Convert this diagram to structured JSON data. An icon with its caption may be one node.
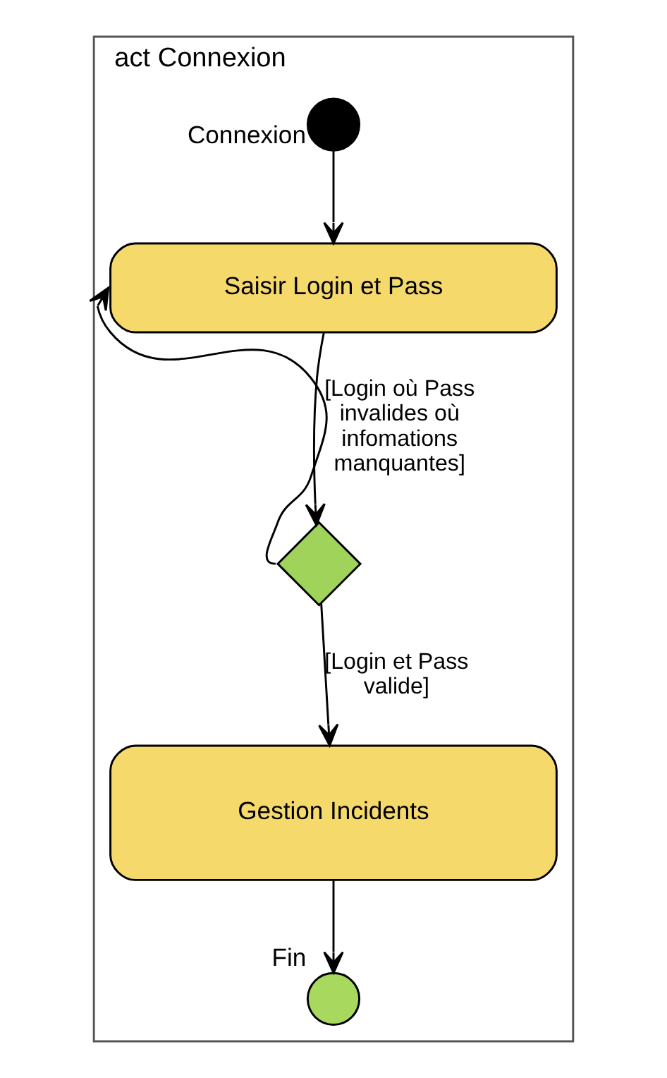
{
  "diagram": {
    "nodes": [
      {
        "text": [
          "act Connexion"
        ]
      },
      {
        "text": [],
        "shape": "circle",
        "beside": [
          "Connexion"
        ],
        "in": 0
      },
      {
        "text": [
          "Saisir Login et Pass"
        ],
        "in": 0
      },
      {
        "text": [],
        "shape": "diamond",
        "in": 0
      },
      {
        "text": [
          "Gestion Incidents"
        ],
        "in": 0
      },
      {
        "text": [],
        "shape": "circle",
        "beside": [
          "Fin"
        ],
        "in": 0
      }
    ],
    "edges": [
      {
        "from": 1,
        "to": 2,
        "arrow": "to"
      },
      {
        "from": 2,
        "to": 3,
        "arrow": "to"
      },
      {
        "from": 3,
        "to": 2,
        "arrow": "to",
        "label": "[Login où Pass invalides où infomations manquantes]"
      },
      {
        "from": 3,
        "to": 4,
        "arrow": "to",
        "label": "[Login et Pass valide]"
      },
      {
        "from": 4,
        "to": 5,
        "arrow": "to"
      }
    ]
  }
}
